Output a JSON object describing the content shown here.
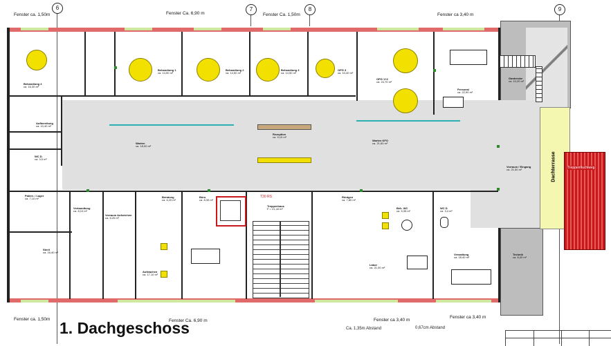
{
  "title": "1. Dachgeschoss",
  "axes": [
    "6",
    "7",
    "8",
    "9"
  ],
  "window_labels_top": [
    "Fenster ca. 1,50m",
    "Fenster Ca. 6,90 m",
    "Fenster Ca. 1,50m",
    "Fenster ca 3,40 m"
  ],
  "window_labels_bottom": [
    "Fenster ca. 1,50m",
    "Fenster Ca. 6,90 m",
    "Fenster ca 3,40 m",
    "Fenster ca 3,40 m"
  ],
  "notes_bottom": [
    "Ca. 1,35m Abstand",
    "0,67cm Abstand"
  ],
  "dachterrasse": "Dachterrasse",
  "stairs_label": "Treppenfluchtweg",
  "rooms": [
    {
      "name": "Behandlung 4",
      "area": "ca. 16,30 m²"
    },
    {
      "name": "Behandlung 1",
      "area": "ca. 14,50 m²"
    },
    {
      "name": "Behandlung 2",
      "area": "ca. 14,50 m²"
    },
    {
      "name": "Behandlung 3",
      "area": "ca. 14,50 m²"
    },
    {
      "name": "OPG 3",
      "area": "ca. 10,40 m²"
    },
    {
      "name": "OPG 1+2",
      "area": "ca. 24,70 m²"
    },
    {
      "name": "Personal",
      "area": "ca. 22,90 m²"
    },
    {
      "name": "Garderobe",
      "area": "ca. 10,20 m²"
    },
    {
      "name": "Aufbereitung",
      "area": "ca. 10,40 m²"
    },
    {
      "name": "WC D.",
      "area": "ca. 3,0 m²"
    },
    {
      "name": "Warten",
      "area": "ca. 18,00 m²"
    },
    {
      "name": "Rezeption",
      "area": "ca. 9,10 m²"
    },
    {
      "name": "Warten KFO",
      "area": "ca. 21,60 m²"
    },
    {
      "name": "Vorraum / Eingang",
      "area": "ca. 21,50 m²"
    },
    {
      "name": "Patien. / Lager",
      "area": "ca. 7,10 m²"
    },
    {
      "name": "Verbandtung",
      "area": "ca. 8,10 m²"
    },
    {
      "name": "Vorraum Aufzeichen",
      "area": "ca. 6,20 m²"
    },
    {
      "name": "Beratung",
      "area": "ca. 6,20 m²"
    },
    {
      "name": "Büro",
      "area": "ca. 8,30 m²"
    },
    {
      "name": "Treppenhaus",
      "area": "F = 21,44 m²"
    },
    {
      "name": "Röntgen",
      "area": "ca. 7,80 m²"
    },
    {
      "name": "Beh. WC",
      "area": "ca. 5,35 m²"
    },
    {
      "name": "WC D",
      "area": "ca. 3,4 m²"
    },
    {
      "name": "Steril",
      "area": "ca. 16,40 m²"
    },
    {
      "name": "Aufwachen",
      "area": "ca. 17,10 m²"
    },
    {
      "name": "Labor",
      "area": "ca. 21,00 m²"
    },
    {
      "name": "Verwaltung",
      "area": "ca. 18,40 m²"
    },
    {
      "name": "Technik",
      "area": "ca. 8,40 m²"
    }
  ],
  "t30": "T30 RS"
}
